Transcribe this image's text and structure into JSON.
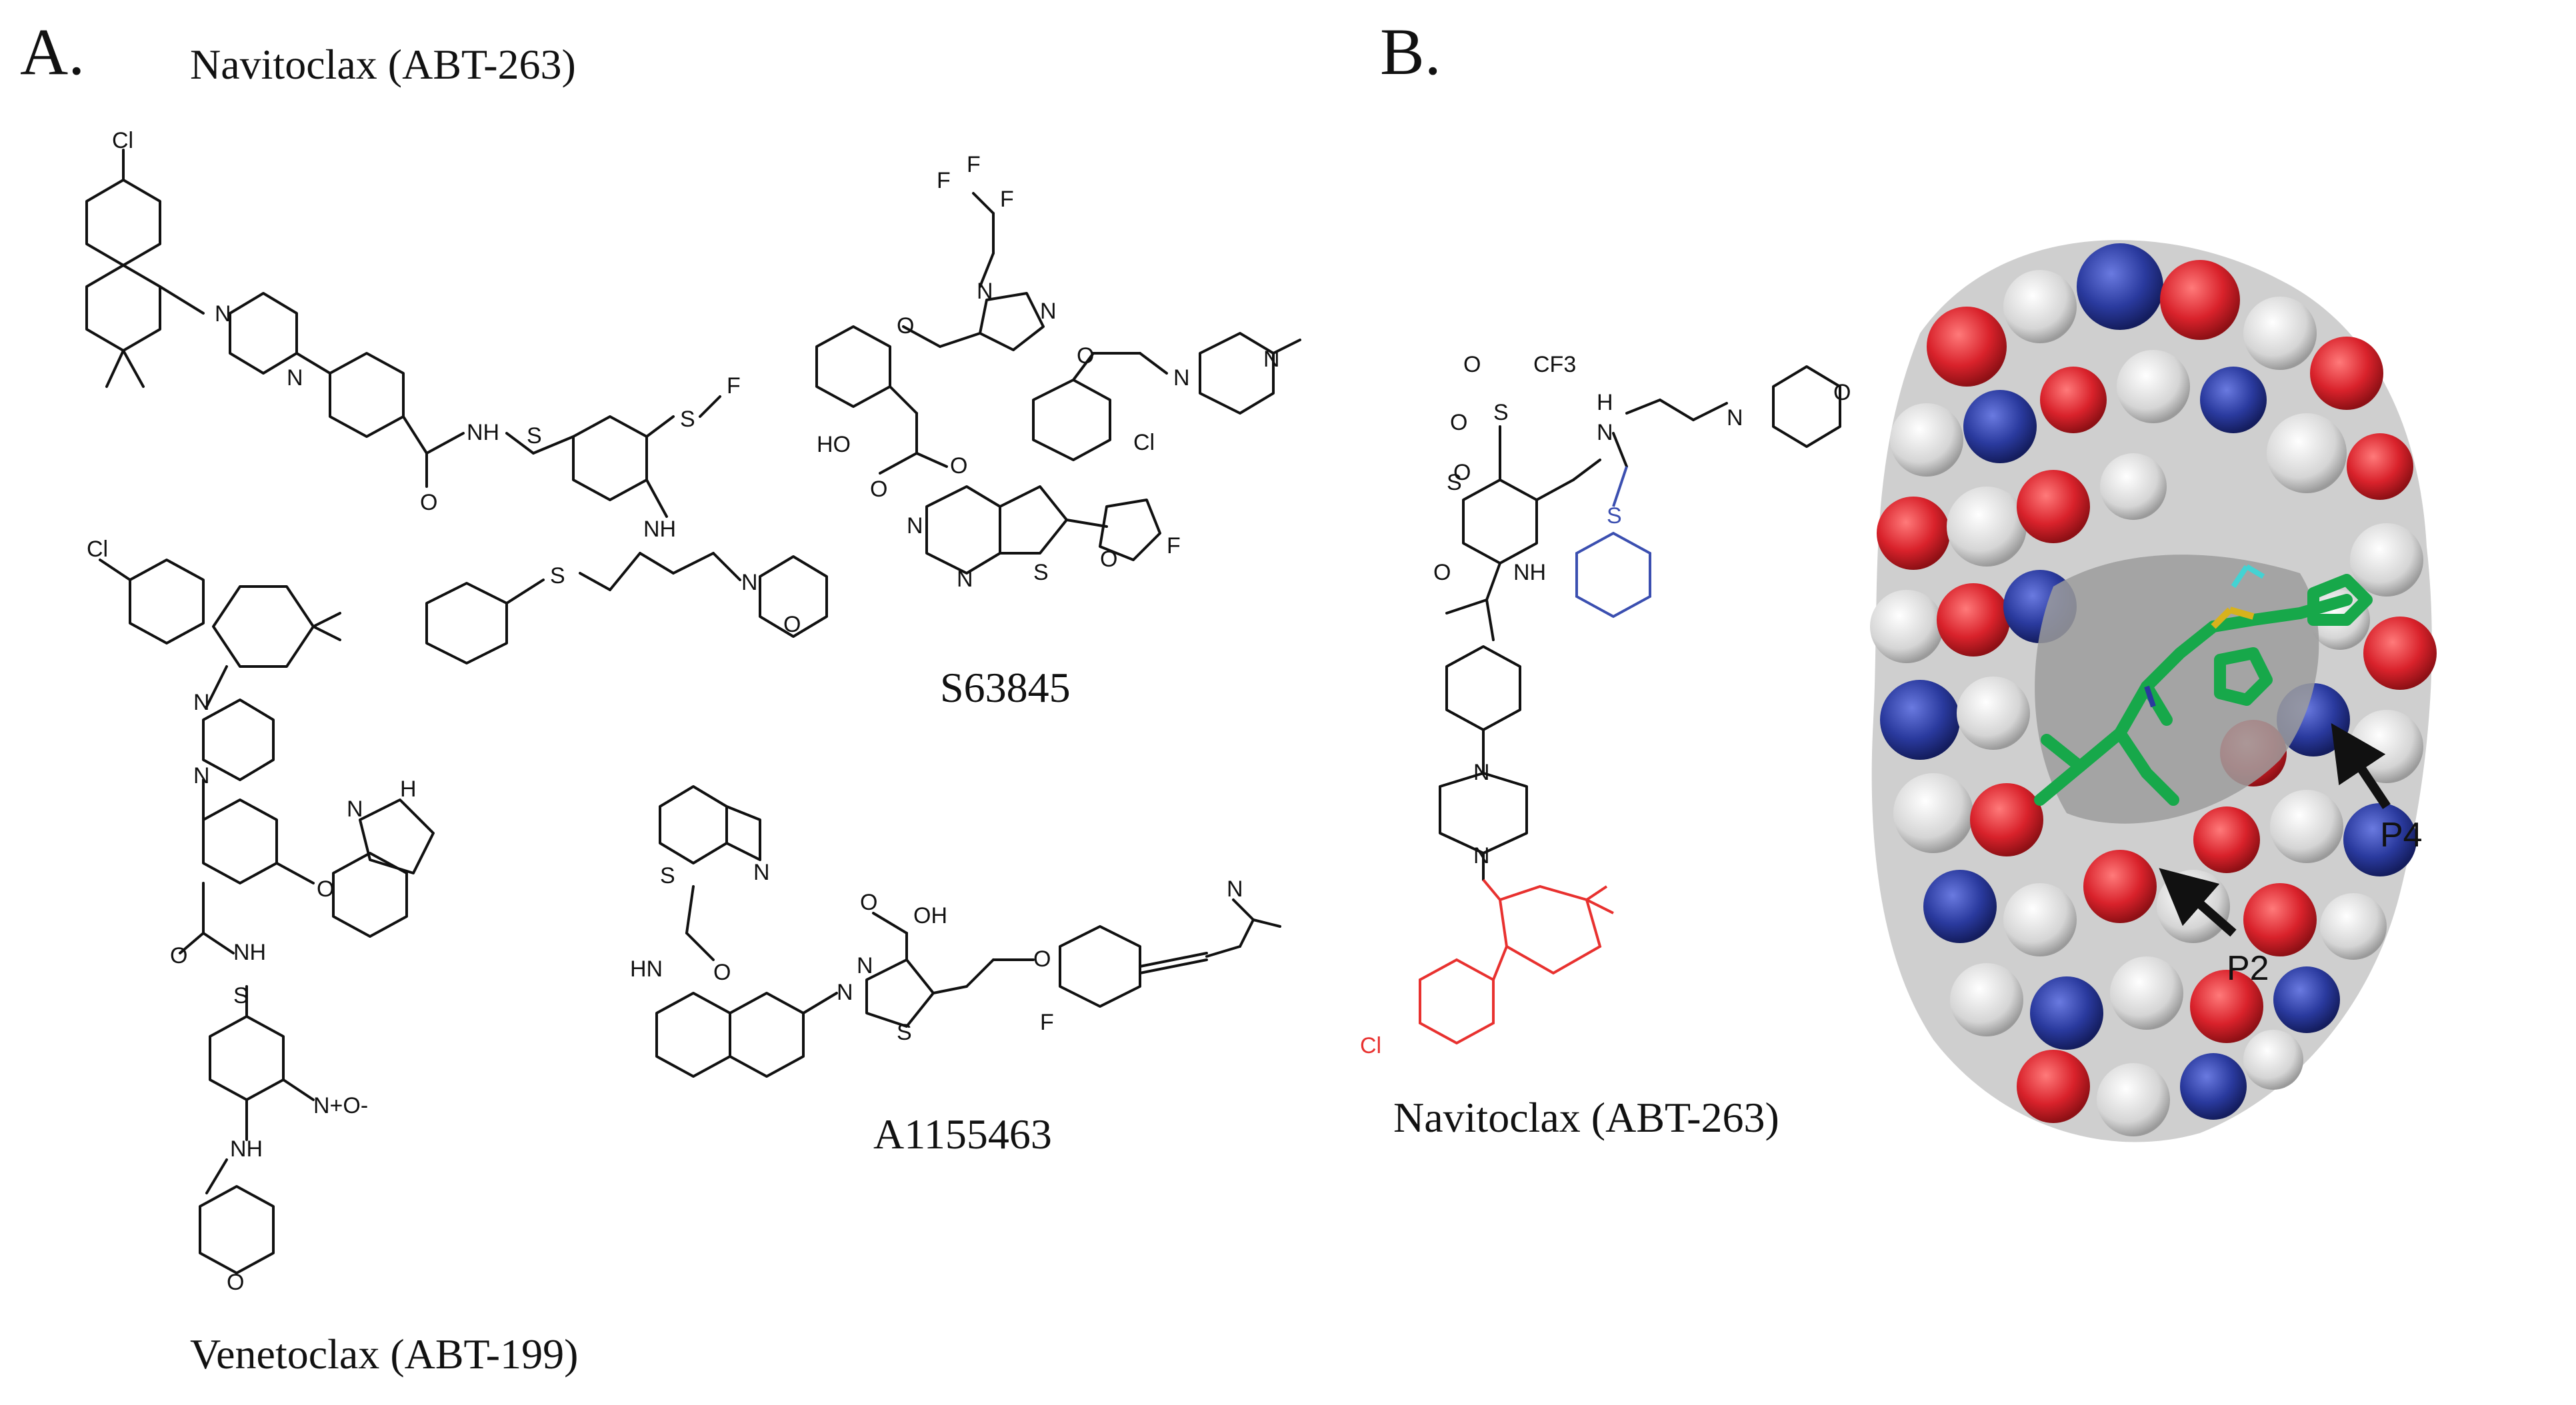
{
  "panels": {
    "a": {
      "letter": "A."
    },
    "b": {
      "letter": "B."
    }
  },
  "captions": {
    "navitoclax_a": "Navitoclax (ABT-263)",
    "venetoclax": "Venetoclax (ABT-199)",
    "s63845": "S63845",
    "a1155463": "A1155463",
    "navitoclax_b": "Navitoclax (ABT-263)"
  },
  "pocket_labels": {
    "p2": "P2",
    "p4": "P4"
  },
  "atom_labels": {
    "cl": "Cl",
    "n": "N",
    "h": "H",
    "nh": "NH",
    "hn": "HN",
    "o": "O",
    "s": "S",
    "f": "F",
    "oh": "OH",
    "ho": "HO",
    "cf3": "CF3",
    "no2": "N+O-"
  },
  "colors": {
    "structure": "#111111",
    "highlight_red": "#e8312f",
    "highlight_blue": "#3b4fb0",
    "surface_white": "#e6e6e6",
    "surface_red": "#d9222b",
    "surface_blue": "#2a3a9e",
    "ligand_green": "#17a84a",
    "ligand_yellow": "#d8b21c",
    "ligand_cyan": "#43d3d3"
  }
}
